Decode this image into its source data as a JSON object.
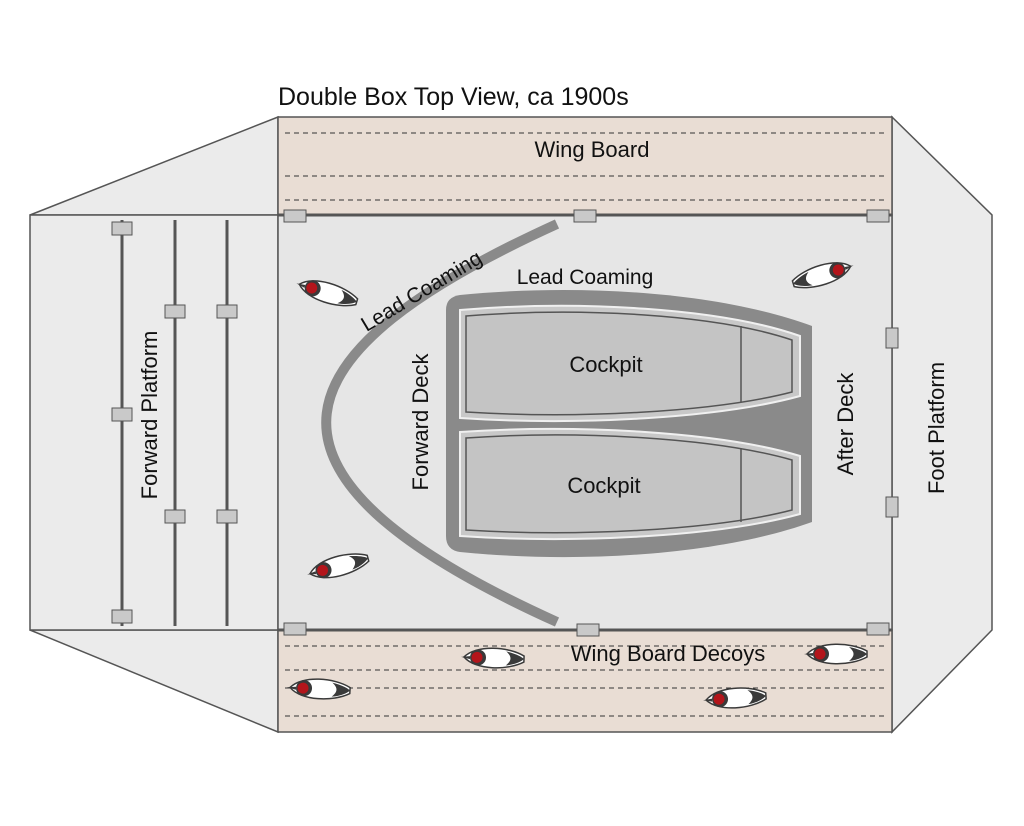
{
  "title": "Double Box Top View, ca 1900s",
  "labels": {
    "wing_board_top": "Wing Board",
    "wing_board_bottom": "Wing Board Decoys",
    "lead_coaming_curve": "Lead Coaming",
    "lead_coaming_top": "Lead Coaming",
    "cockpit_top": "Cockpit",
    "cockpit_bottom": "Cockpit",
    "forward_deck": "Forward Deck",
    "after_deck": "After Deck",
    "forward_platform": "Forward Platform",
    "foot_platform": "Foot Platform"
  },
  "colors": {
    "wing_board": "#e9ddd4",
    "deck": "#e6e6e6",
    "coaming": "#8a8a8a",
    "cockpit": "#c8c8c8",
    "outline": "#555555",
    "hinge": "#c9c9c9",
    "decoy_head": "#b3151b",
    "decoy_body": "#ffffff",
    "decoy_dark": "#3a3a3a"
  },
  "decoys": [
    {
      "name": "decoy-icon"
    },
    {
      "name": "decoy-icon"
    },
    {
      "name": "decoy-icon"
    },
    {
      "name": "decoy-icon"
    },
    {
      "name": "decoy-icon"
    },
    {
      "name": "decoy-icon"
    },
    {
      "name": "decoy-icon"
    }
  ]
}
